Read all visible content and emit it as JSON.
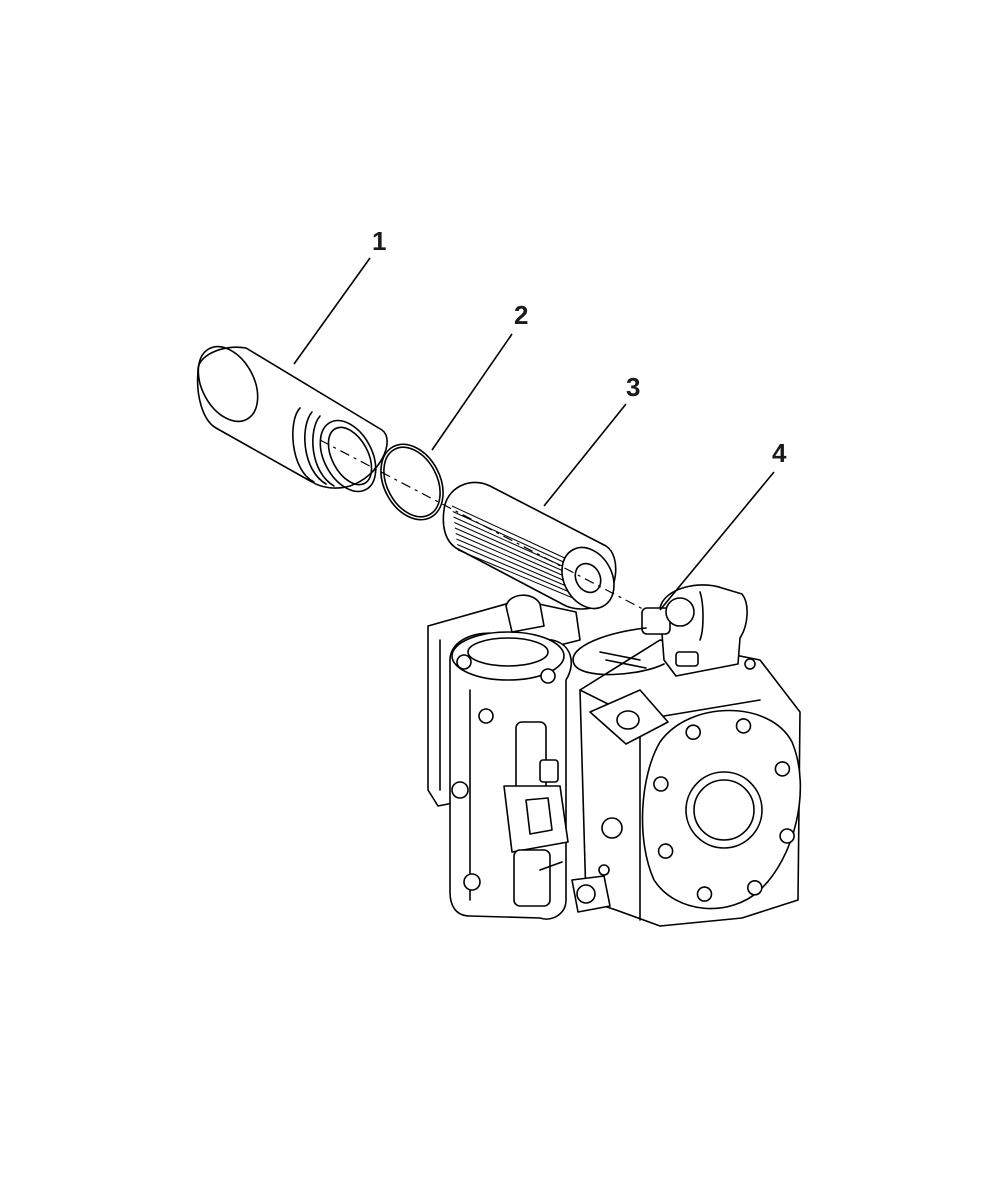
{
  "diagram": {
    "callouts": [
      {
        "id": 1,
        "label": "1"
      },
      {
        "id": 2,
        "label": "2"
      },
      {
        "id": 3,
        "label": "3"
      },
      {
        "id": 4,
        "label": "4"
      }
    ]
  }
}
